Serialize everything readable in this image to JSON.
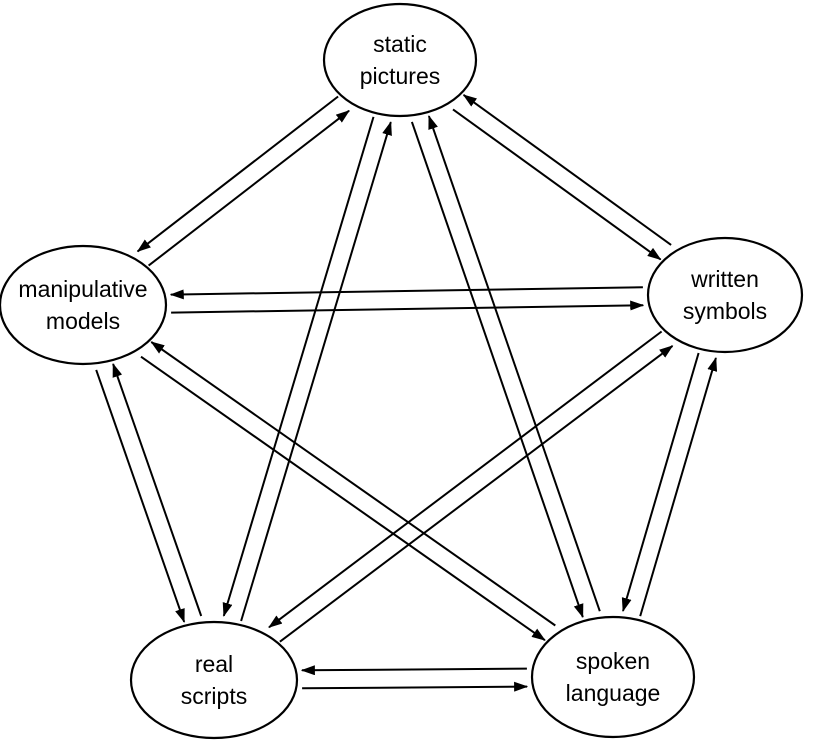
{
  "nodes": [
    {
      "id": "static_pictures",
      "lines": [
        "static",
        "pictures"
      ]
    },
    {
      "id": "manipulative_models",
      "lines": [
        "manipulative",
        "models"
      ]
    },
    {
      "id": "written_symbols",
      "lines": [
        "written",
        "symbols"
      ]
    },
    {
      "id": "real_scripts",
      "lines": [
        "real",
        "scripts"
      ]
    },
    {
      "id": "spoken_language",
      "lines": [
        "spoken",
        "language"
      ]
    }
  ],
  "edges": [
    {
      "from": "manipulative_models",
      "to": "static_pictures"
    },
    {
      "from": "static_pictures",
      "to": "manipulative_models"
    },
    {
      "from": "written_symbols",
      "to": "static_pictures"
    },
    {
      "from": "static_pictures",
      "to": "written_symbols"
    },
    {
      "from": "manipulative_models",
      "to": "written_symbols"
    },
    {
      "from": "written_symbols",
      "to": "manipulative_models"
    },
    {
      "from": "manipulative_models",
      "to": "real_scripts"
    },
    {
      "from": "real_scripts",
      "to": "manipulative_models"
    },
    {
      "from": "real_scripts",
      "to": "static_pictures"
    },
    {
      "from": "static_pictures",
      "to": "real_scripts"
    },
    {
      "from": "spoken_language",
      "to": "static_pictures"
    },
    {
      "from": "static_pictures",
      "to": "spoken_language"
    },
    {
      "from": "spoken_language",
      "to": "manipulative_models"
    },
    {
      "from": "manipulative_models",
      "to": "spoken_language"
    },
    {
      "from": "written_symbols",
      "to": "real_scripts"
    },
    {
      "from": "real_scripts",
      "to": "written_symbols"
    },
    {
      "from": "spoken_language",
      "to": "written_symbols"
    },
    {
      "from": "written_symbols",
      "to": "spoken_language"
    },
    {
      "from": "real_scripts",
      "to": "spoken_language"
    },
    {
      "from": "spoken_language",
      "to": "real_scripts"
    }
  ]
}
